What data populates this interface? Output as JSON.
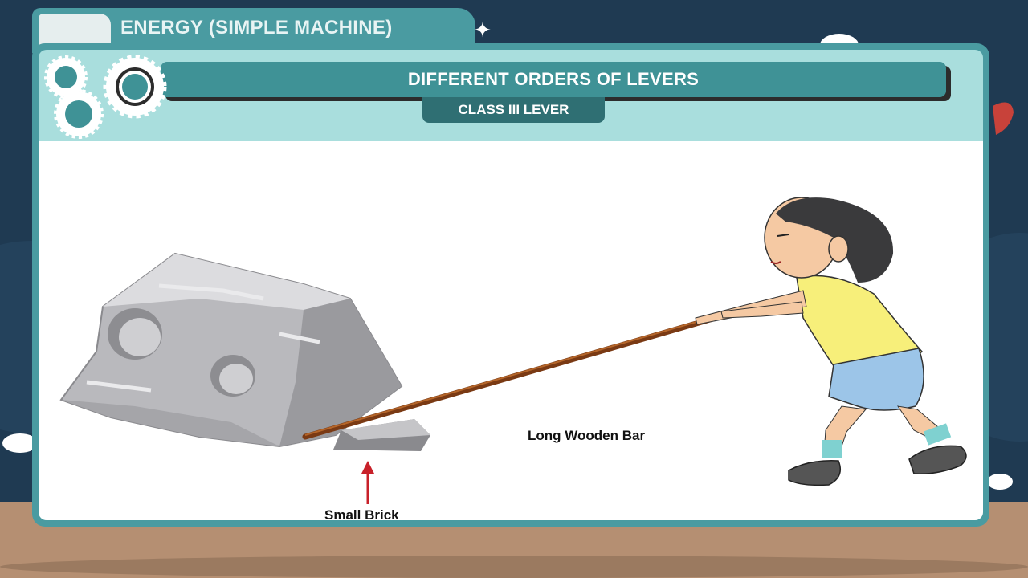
{
  "header": {
    "tab_title": "ENERGY (SIMPLE MACHINE)",
    "banner_title": "DIFFERENT ORDERS OF LEVERS",
    "subtitle": "CLASS III LEVER"
  },
  "diagram": {
    "labels": {
      "bar": "Long Wooden Bar",
      "brick": "Small Brick"
    }
  },
  "colors": {
    "teal": "#4a9ba1",
    "light_teal": "#a9dedd",
    "navy": "#1f3a52",
    "ground": "#b58f72"
  }
}
